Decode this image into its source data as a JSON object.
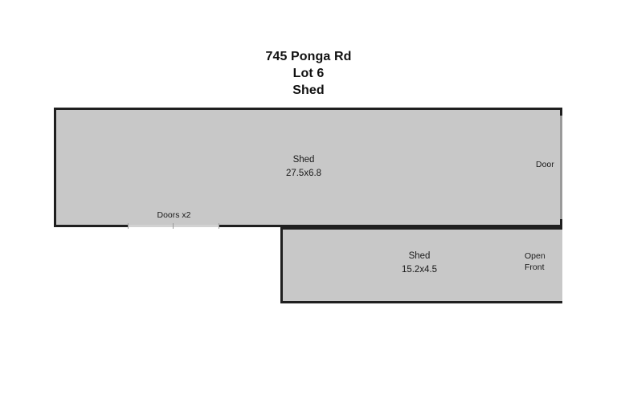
{
  "title": {
    "address": "745 Ponga Rd",
    "lot": "Lot 6",
    "building": "Shed"
  },
  "colors": {
    "room_fill": "#c8c8c8",
    "wall": "#1f1f1f",
    "opening": "#9a9a9a",
    "background": "#ffffff",
    "text": "#1a1a1a"
  },
  "plan": {
    "rooms": [
      {
        "id": "shed-upper",
        "name": "Shed",
        "dimensions": "27.5x6.8",
        "openings": [
          {
            "id": "door",
            "label": "Door",
            "side": "right"
          },
          {
            "id": "doors-x2",
            "label": "Doors x2",
            "side": "bottom",
            "count": 2
          }
        ]
      },
      {
        "id": "shed-lower",
        "name": "Shed",
        "dimensions": "15.2x4.5",
        "openings": [
          {
            "id": "open-front",
            "label": "Open Front",
            "side": "right"
          }
        ]
      }
    ]
  }
}
